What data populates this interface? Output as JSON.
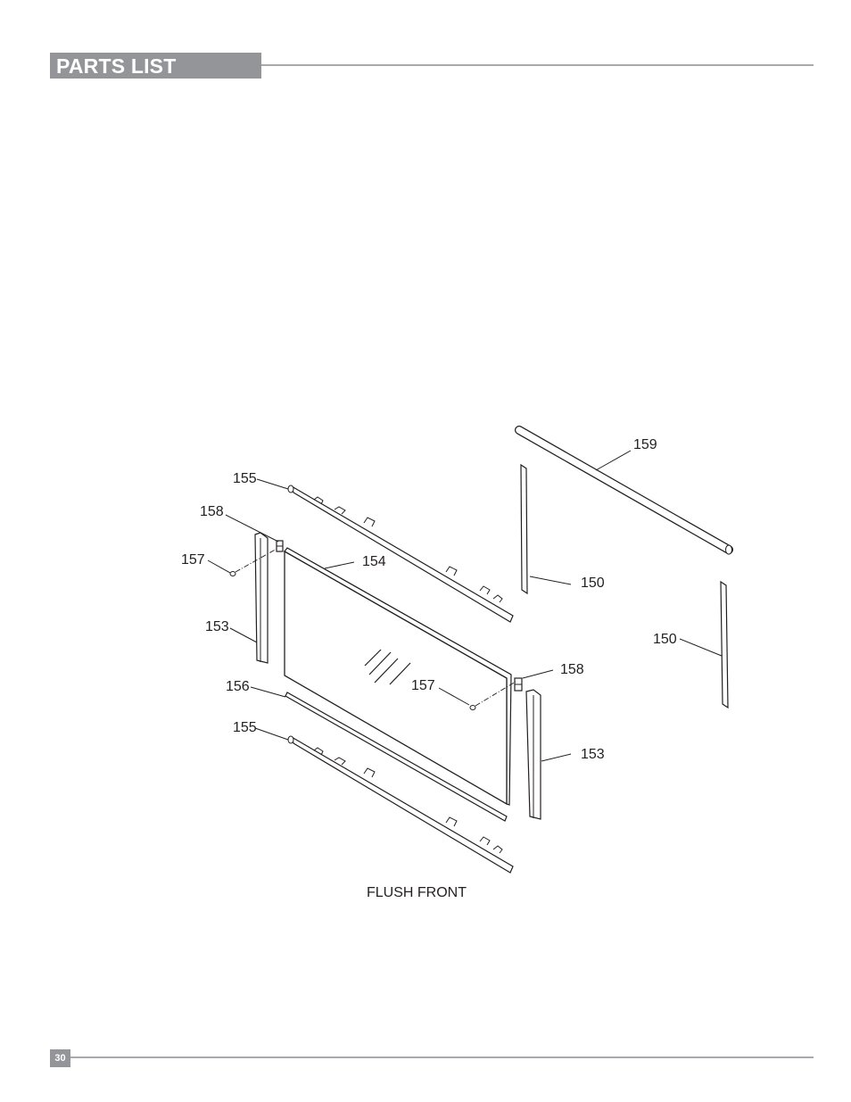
{
  "header": {
    "title": "PARTS LIST"
  },
  "footer": {
    "page_number": "30"
  },
  "diagram": {
    "caption": "FLUSH FRONT",
    "callouts": [
      {
        "id": "c159",
        "text": "159"
      },
      {
        "id": "c155_top",
        "text": "155"
      },
      {
        "id": "c158_left",
        "text": "158"
      },
      {
        "id": "c157_left",
        "text": "157"
      },
      {
        "id": "c154",
        "text": "154"
      },
      {
        "id": "c150_a",
        "text": "150"
      },
      {
        "id": "c153_left",
        "text": "153"
      },
      {
        "id": "c150_b",
        "text": "150"
      },
      {
        "id": "c158_right",
        "text": "158"
      },
      {
        "id": "c156",
        "text": "156"
      },
      {
        "id": "c157_right",
        "text": "157"
      },
      {
        "id": "c155_bottom",
        "text": "155"
      },
      {
        "id": "c153_right",
        "text": "153"
      }
    ]
  }
}
